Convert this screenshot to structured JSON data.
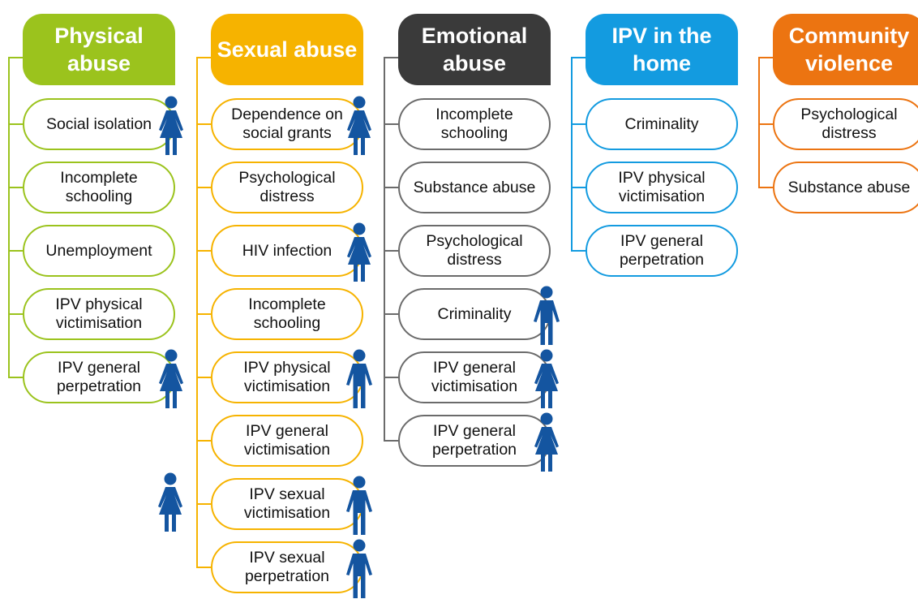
{
  "colors": {
    "physical": "#9bc31d",
    "sexual": "#f6b300",
    "emotional": "#3a3a3a",
    "ipv_home": "#139be0",
    "community": "#ec7411",
    "person_icon": "#1455a0",
    "item_border_emotional": "#6b6b6b"
  },
  "columns": [
    {
      "key": "physical",
      "title": "Physical abuse",
      "items": [
        {
          "label": "Social isolation",
          "icon": "female-icon"
        },
        {
          "label": "Incomplete schooling",
          "icon": ""
        },
        {
          "label": "Unemployment",
          "icon": ""
        },
        {
          "label": "IPV physical victimisation",
          "icon": ""
        },
        {
          "label": "IPV general perpetration",
          "icon": "female-icon"
        }
      ]
    },
    {
      "key": "sexual",
      "title": "Sexual abuse",
      "items": [
        {
          "label": "Dependence on social grants",
          "icon": "female-icon"
        },
        {
          "label": "Psychological distress",
          "icon": ""
        },
        {
          "label": "HIV infection",
          "icon": "female-icon"
        },
        {
          "label": "Incomplete schooling",
          "icon": ""
        },
        {
          "label": "IPV physical victimisation",
          "icon": "male-icon"
        },
        {
          "label": "IPV general victimisation",
          "icon": ""
        },
        {
          "label": "IPV sexual victimisation",
          "icon": "male-icon"
        },
        {
          "label": "IPV sexual perpetration",
          "icon": "male-icon"
        }
      ]
    },
    {
      "key": "emotional",
      "title": "Emotional abuse",
      "items": [
        {
          "label": "Incomplete schooling",
          "icon": ""
        },
        {
          "label": "Substance abuse",
          "icon": ""
        },
        {
          "label": "Psychological distress",
          "icon": ""
        },
        {
          "label": "Criminality",
          "icon": "male-icon"
        },
        {
          "label": "IPV general victimisation",
          "icon": "female-icon"
        },
        {
          "label": "IPV general perpetration",
          "icon": "female-icon"
        }
      ]
    },
    {
      "key": "ipv_home",
      "title": "IPV in the home",
      "items": [
        {
          "label": "Criminality",
          "icon": ""
        },
        {
          "label": "IPV physical victimisation",
          "icon": ""
        },
        {
          "label": "IPV general perpetration",
          "icon": ""
        }
      ]
    },
    {
      "key": "community",
      "title": "Community violence",
      "items": [
        {
          "label": "Psychological distress",
          "icon": ""
        },
        {
          "label": "Substance abuse",
          "icon": ""
        }
      ]
    }
  ],
  "loose_icons": [
    "female-icon"
  ]
}
